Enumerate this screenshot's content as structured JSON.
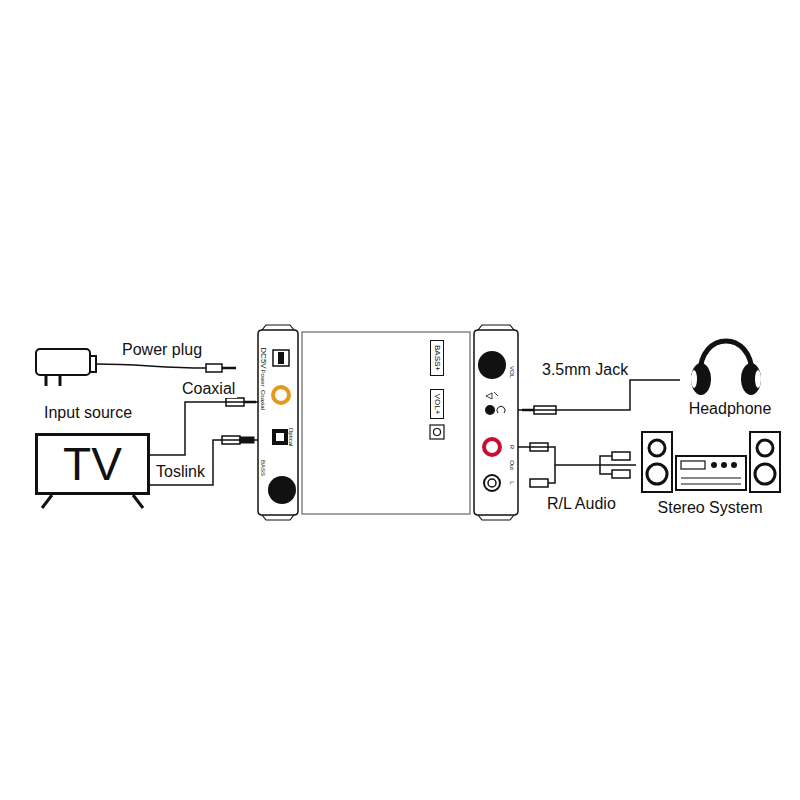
{
  "diagram": {
    "nodes": [
      {
        "text": [
          "TV"
        ]
      },
      {
        "text": [
          "DC5V",
          "Power",
          "Coaxial",
          "Optical",
          "BASS"
        ]
      },
      {
        "text": [
          "BASS+"
        ]
      },
      {
        "text": [
          "VOL+"
        ]
      },
      {
        "text": [
          "VOL",
          "R",
          "Out",
          "L"
        ]
      },
      {
        "text": [
          "Headphone"
        ]
      },
      {
        "text": [
          "Stereo System"
        ]
      }
    ],
    "edges": [
      {
        "from": 0,
        "to": 1,
        "arrow": "none",
        "label": "Coaxial"
      },
      {
        "from": 0,
        "to": 1,
        "arrow": "none",
        "label": "Toslink"
      },
      {
        "from": 4,
        "to": 5,
        "arrow": "none",
        "label": "3.5mm Jack"
      },
      {
        "from": 4,
        "to": 6,
        "arrow": "none",
        "label": "R/L Audio"
      }
    ],
    "labels": [
      "Power plug",
      "Input source"
    ]
  }
}
